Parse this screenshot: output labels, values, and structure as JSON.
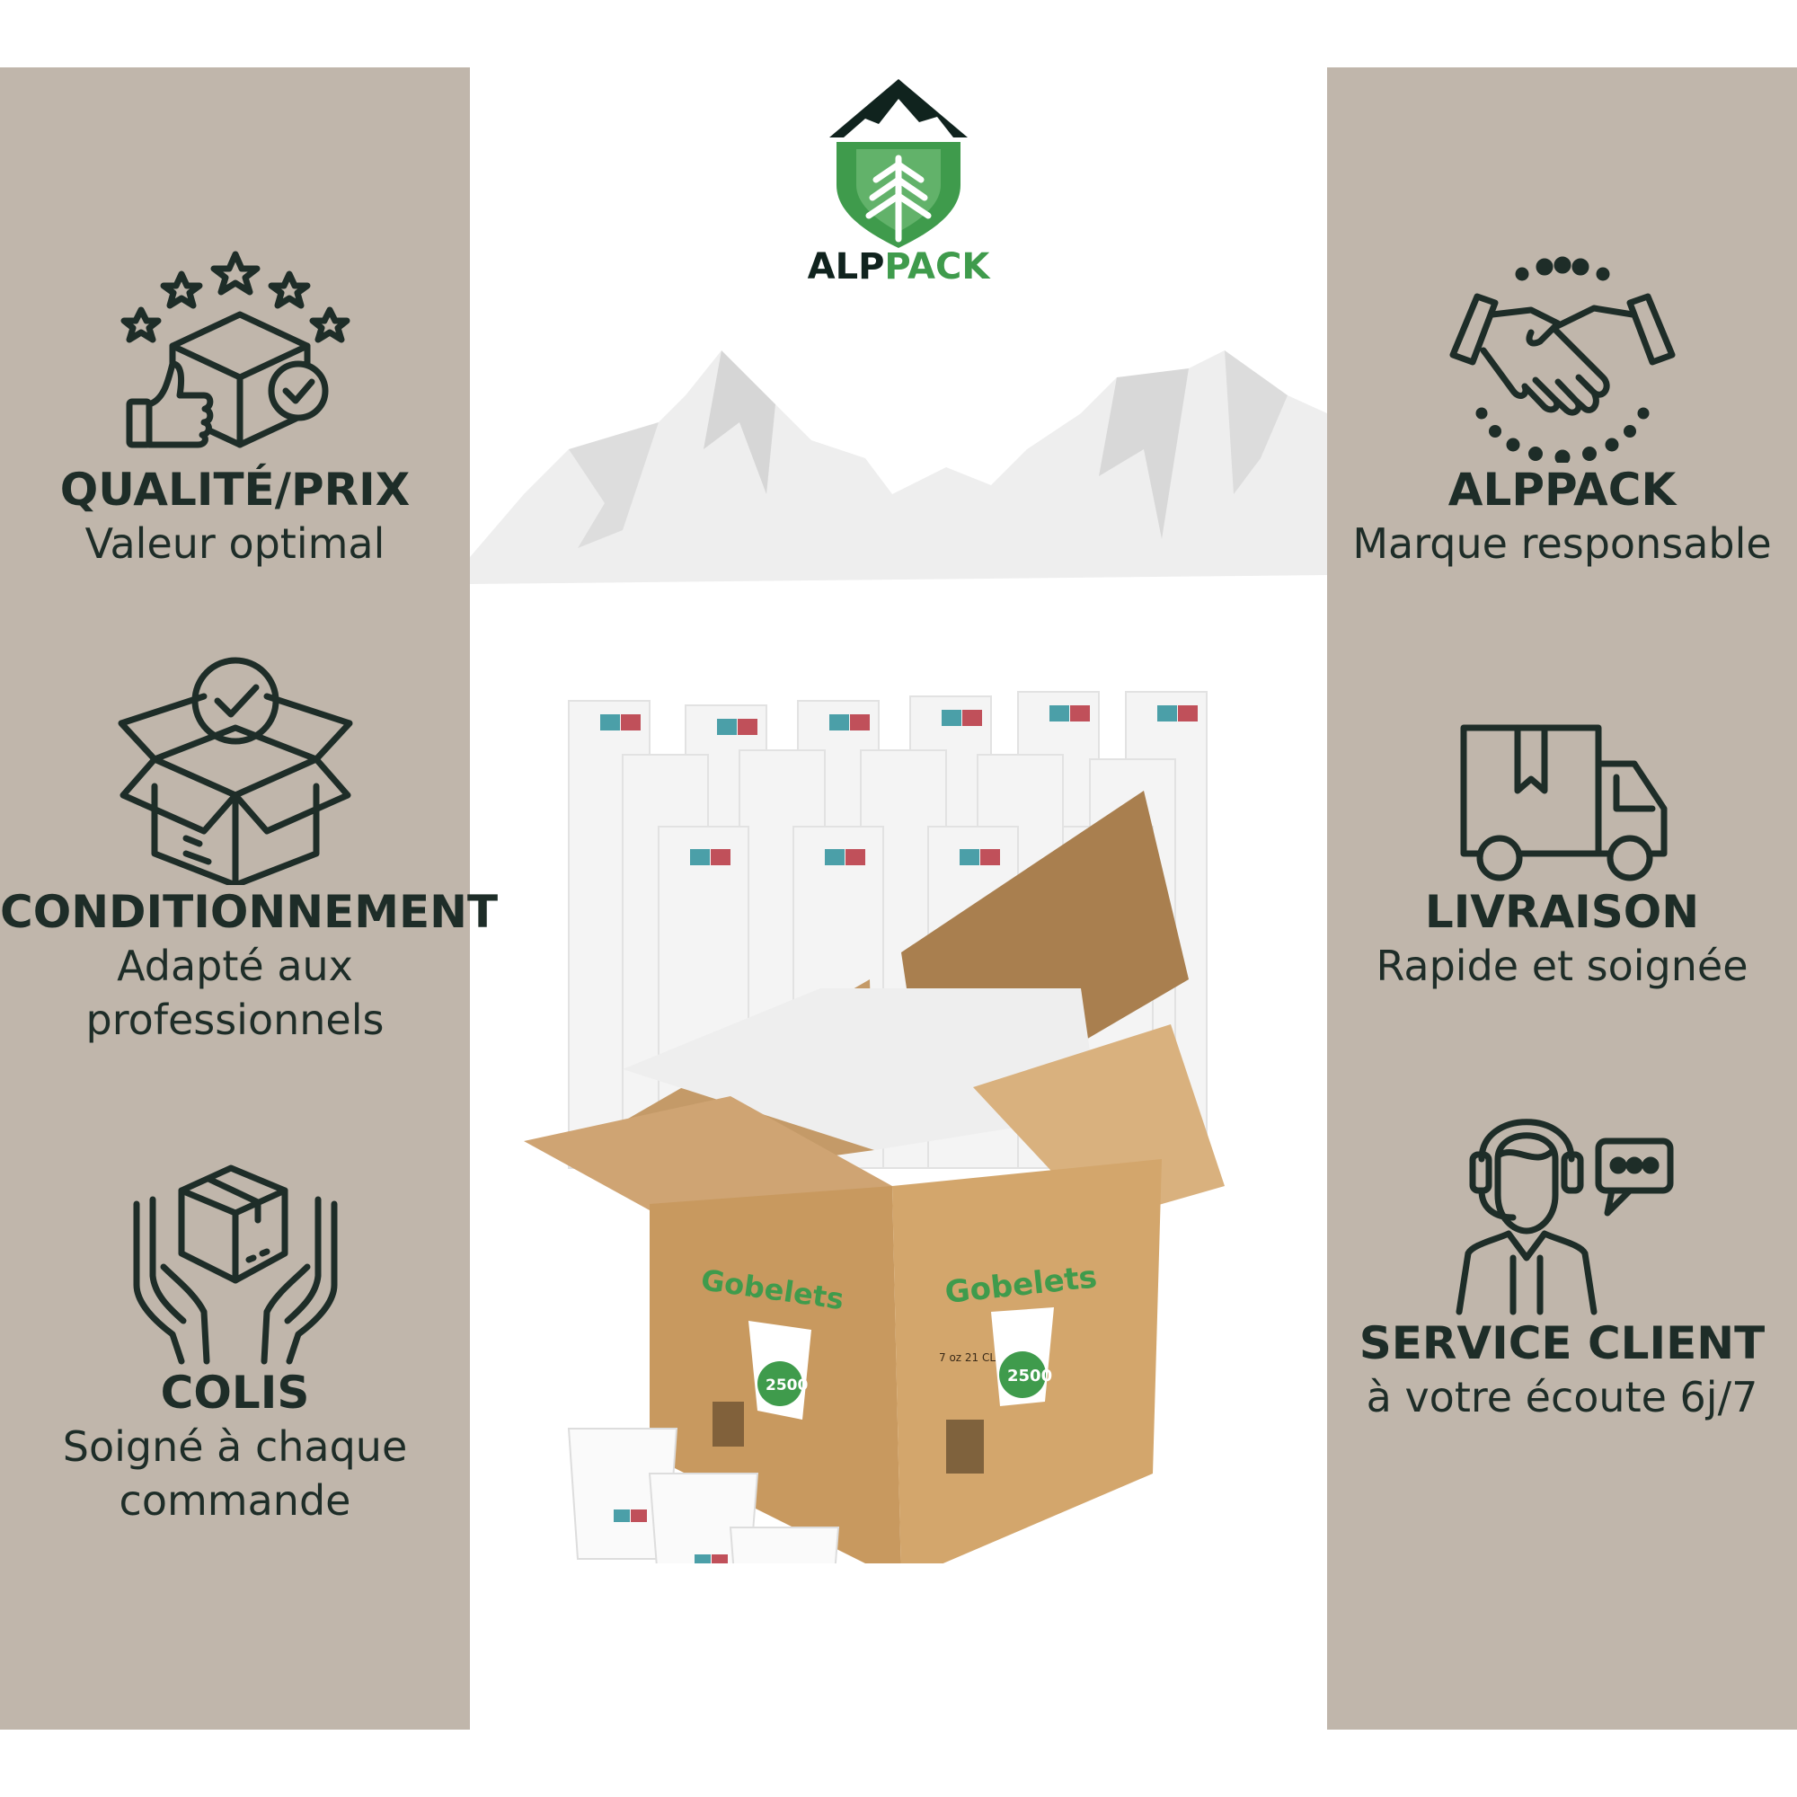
{
  "brand": {
    "name_part1": "ALP",
    "name_part2": "PACK",
    "colors": {
      "dark": "#10231e",
      "green": "#3f9b4c",
      "panel": "#c0b6ab",
      "text": "#1e2d28"
    }
  },
  "left_features": [
    {
      "icon": "quality-box-stars-icon",
      "title": "QUALITÉ/PRIX",
      "subtitle": [
        "Valeur optimal"
      ]
    },
    {
      "icon": "open-box-check-icon",
      "title": "CONDITIONNEMENT",
      "subtitle": [
        "Adapté aux",
        "professionnels"
      ]
    },
    {
      "icon": "hands-box-icon",
      "title": "COLIS",
      "subtitle": [
        "Soigné à chaque",
        "commande"
      ]
    }
  ],
  "right_features": [
    {
      "icon": "handshake-icon",
      "title": "ALPPACK",
      "subtitle": [
        "Marque responsable"
      ]
    },
    {
      "icon": "delivery-truck-icon",
      "title": "LIVRAISON",
      "subtitle": [
        "Rapide et soignée"
      ]
    },
    {
      "icon": "customer-service-headset-icon",
      "title": "SERVICE CLIENT",
      "subtitle": [
        "à votre écoute 6j/7"
      ]
    }
  ],
  "product": {
    "box_label": "Gobelets",
    "count_label": "2500",
    "size_label": "7 oz 21 CL"
  }
}
